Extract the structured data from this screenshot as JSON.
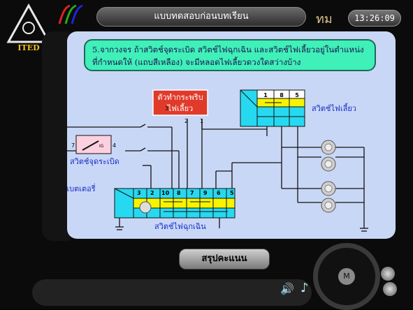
{
  "app": {
    "title": "แบบทดสอบก่อนบทเรียน",
    "clock": "13:26:09",
    "logo_text": "ITED",
    "brand_mark": "ทม"
  },
  "question": {
    "text": "5.จากวงจร ถ้าสวิตช์จุดระเบิด สวิตช์ไฟฉุกเฉิน และสวิตช์ไฟเลี้ยวอยู่ในตำแหน่งที่กำหนดให้ (แถบสีเหลือง) จะมีหลอดไฟเลี้ยวดวงใดสว่างบ้าง"
  },
  "diagram": {
    "flasher_label_1": "ตัวทำกระพริบ",
    "flasher_label_2": "ไฟเลี้ยว",
    "flasher_pin_3": "3",
    "flasher_pin_2": "2",
    "flasher_pin_1": "1",
    "turn_switch_label": "สวิตช์ไฟเลี้ยว",
    "turn_switch_pins": [
      "1",
      "8",
      "5"
    ],
    "ignition_label": "สวิตช์จุดระเบิด",
    "ignition_pin_7": "7",
    "ignition_pin_4": "4",
    "ignition_tag": "IG",
    "battery_label": "แบตเตอรี่",
    "hazard_label": "สวิตช์ไฟฉุกเฉิน",
    "hazard_pins": [
      "3",
      "2",
      "10",
      "8",
      "7",
      "9",
      "6",
      "5"
    ]
  },
  "controls": {
    "summary_button": "สรุปคะแนน",
    "wheel_hub": "M"
  },
  "colors": {
    "content_bg": "#c9d7f6",
    "question_bg": "#3ff0b8",
    "switch_yellow": "#f7f400",
    "switch_cyan": "#27d9f0",
    "flasher_red": "#e03a2a",
    "label_blue": "#1a2fc9"
  }
}
